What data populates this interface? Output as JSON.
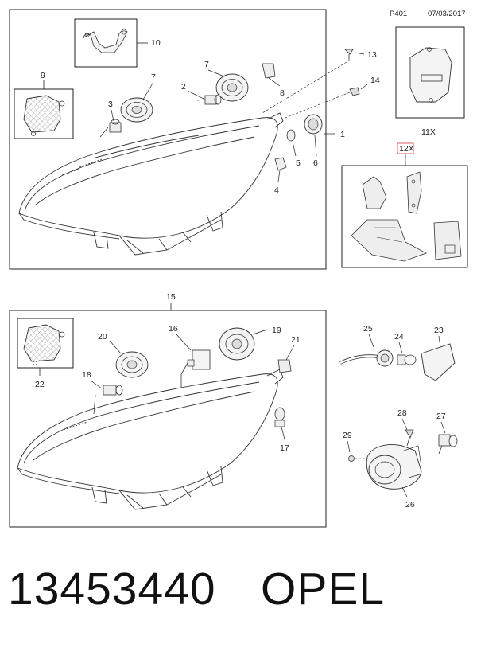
{
  "header": {
    "page_code": "P401",
    "date": "07/03/2017"
  },
  "callouts": {
    "c1": "1",
    "c2": "2",
    "c3": "3",
    "c4": "4",
    "c5": "5",
    "c6": "6",
    "c7a": "7",
    "c7b": "7",
    "c8": "8",
    "c9": "9",
    "c10": "10",
    "c11x": "11X",
    "c12x": "12X",
    "c13": "13",
    "c14": "14",
    "c15": "15",
    "c16": "16",
    "c17": "17",
    "c18": "18",
    "c19": "19",
    "c20": "20",
    "c21": "21",
    "c22": "22",
    "c23": "23",
    "c24": "24",
    "c25": "25",
    "c26": "26",
    "c27": "27",
    "c28": "28",
    "c29": "29"
  },
  "footer": {
    "part_number": "13453440",
    "brand": "OPEL"
  },
  "colors": {
    "line": "#333333",
    "highlight": "#e05050",
    "mesh": "#8a8a8a"
  }
}
